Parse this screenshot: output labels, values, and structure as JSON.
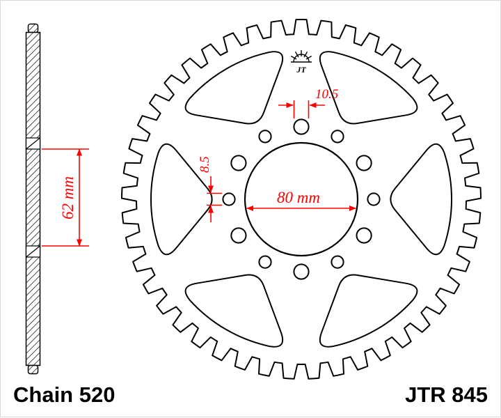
{
  "drawing": {
    "type": "sprocket-technical-drawing",
    "product": {
      "chain_label": "Chain 520",
      "part_number": "JTR 845"
    },
    "logo_text": "JT",
    "dimensions": {
      "side_width": "62 mm",
      "bolt_hole_diameter": "10.5",
      "secondary_hole_diameter": "8.5",
      "bore_diameter": "80 mm"
    },
    "sprocket": {
      "teeth": 45,
      "windows": 6,
      "bolt_holes": 12
    },
    "colors": {
      "dimension": "#ff0000",
      "line": "#000000",
      "background": "#ffffff"
    }
  }
}
